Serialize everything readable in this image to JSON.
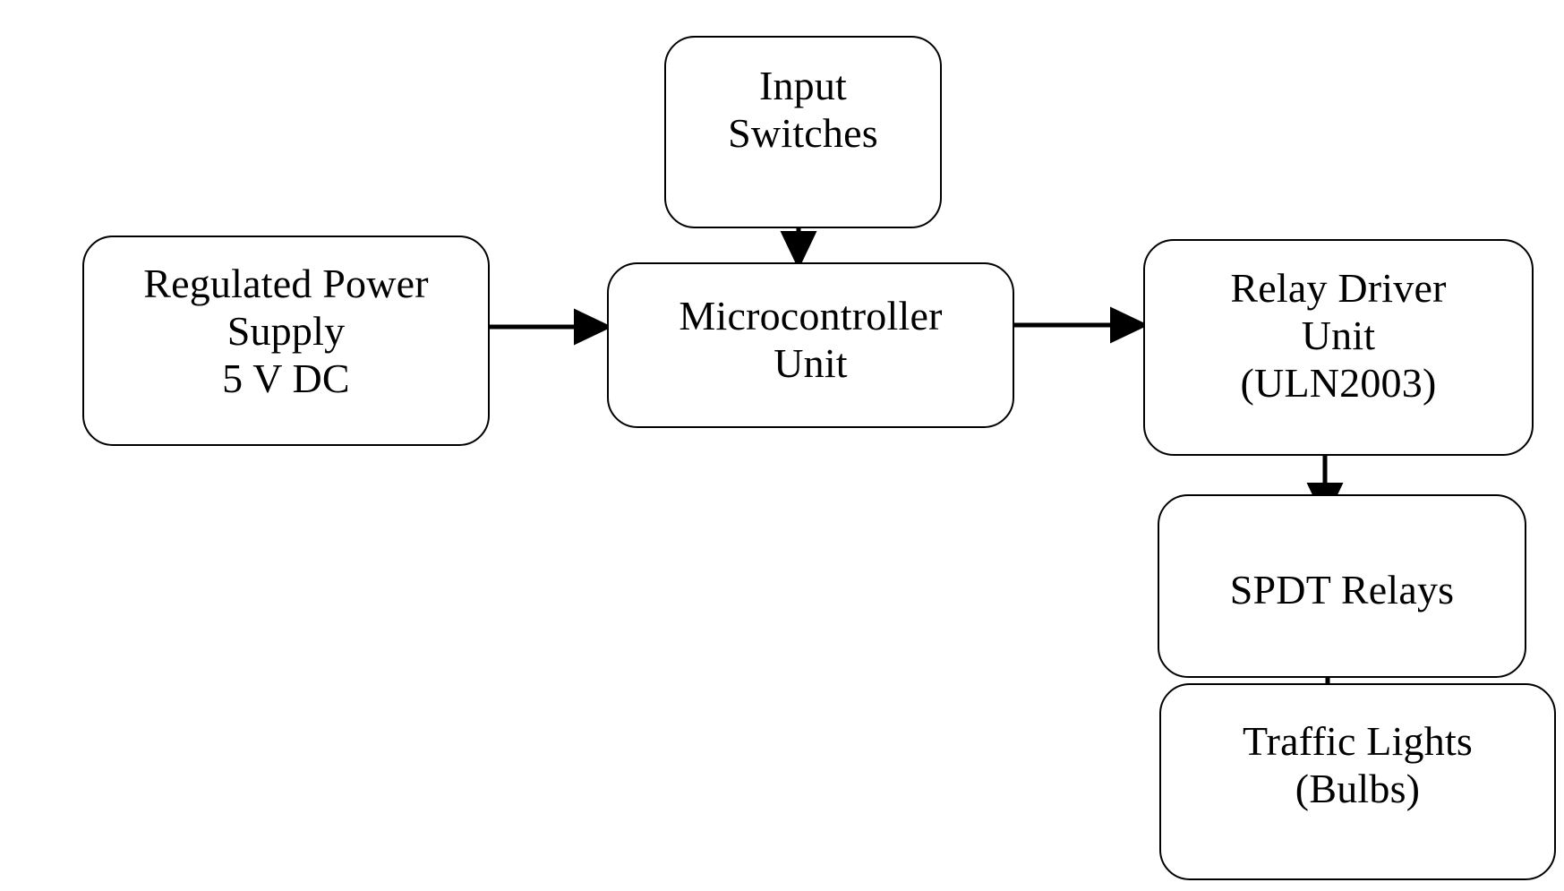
{
  "diagram": {
    "type": "block-diagram",
    "title": "",
    "background_color": "#ffffff",
    "stroke_color": "#000000",
    "text_color": "#000000",
    "nodes": [
      {
        "id": "input-switches",
        "label": "Input\nSwitches",
        "shape": "rounded-rectangle"
      },
      {
        "id": "power-supply",
        "label": "Regulated Power\nSupply\n5 V DC",
        "shape": "rounded-rectangle"
      },
      {
        "id": "microcontroller",
        "label": "Microcontroller\nUnit",
        "shape": "rounded-rectangle"
      },
      {
        "id": "relay-driver",
        "label": "Relay Driver\nUnit\n(ULN2003)",
        "shape": "rounded-rectangle"
      },
      {
        "id": "spdt-relays",
        "label": "SPDT Relays",
        "shape": "rounded-rectangle"
      },
      {
        "id": "traffic-lights",
        "label": "Traffic Lights\n(Bulbs)",
        "shape": "rounded-rectangle"
      }
    ],
    "edges": [
      {
        "id": "edge-input-switches-to-microcontroller",
        "from": "input-switches",
        "to": "microcontroller",
        "direction": "down",
        "arrowhead": "filled-triangle"
      },
      {
        "id": "edge-power-supply-to-microcontroller",
        "from": "power-supply",
        "to": "microcontroller",
        "direction": "right",
        "arrowhead": "filled-triangle"
      },
      {
        "id": "edge-microcontroller-to-relay-driver",
        "from": "microcontroller",
        "to": "relay-driver",
        "direction": "right",
        "arrowhead": "filled-triangle"
      },
      {
        "id": "edge-relay-driver-to-spdt-relays",
        "from": "relay-driver",
        "to": "spdt-relays",
        "direction": "down",
        "arrowhead": "filled-triangle"
      },
      {
        "id": "edge-spdt-relays-to-traffic-lights",
        "from": "spdt-relays",
        "to": "traffic-lights",
        "direction": "down",
        "arrowhead": "filled-triangle"
      }
    ]
  }
}
